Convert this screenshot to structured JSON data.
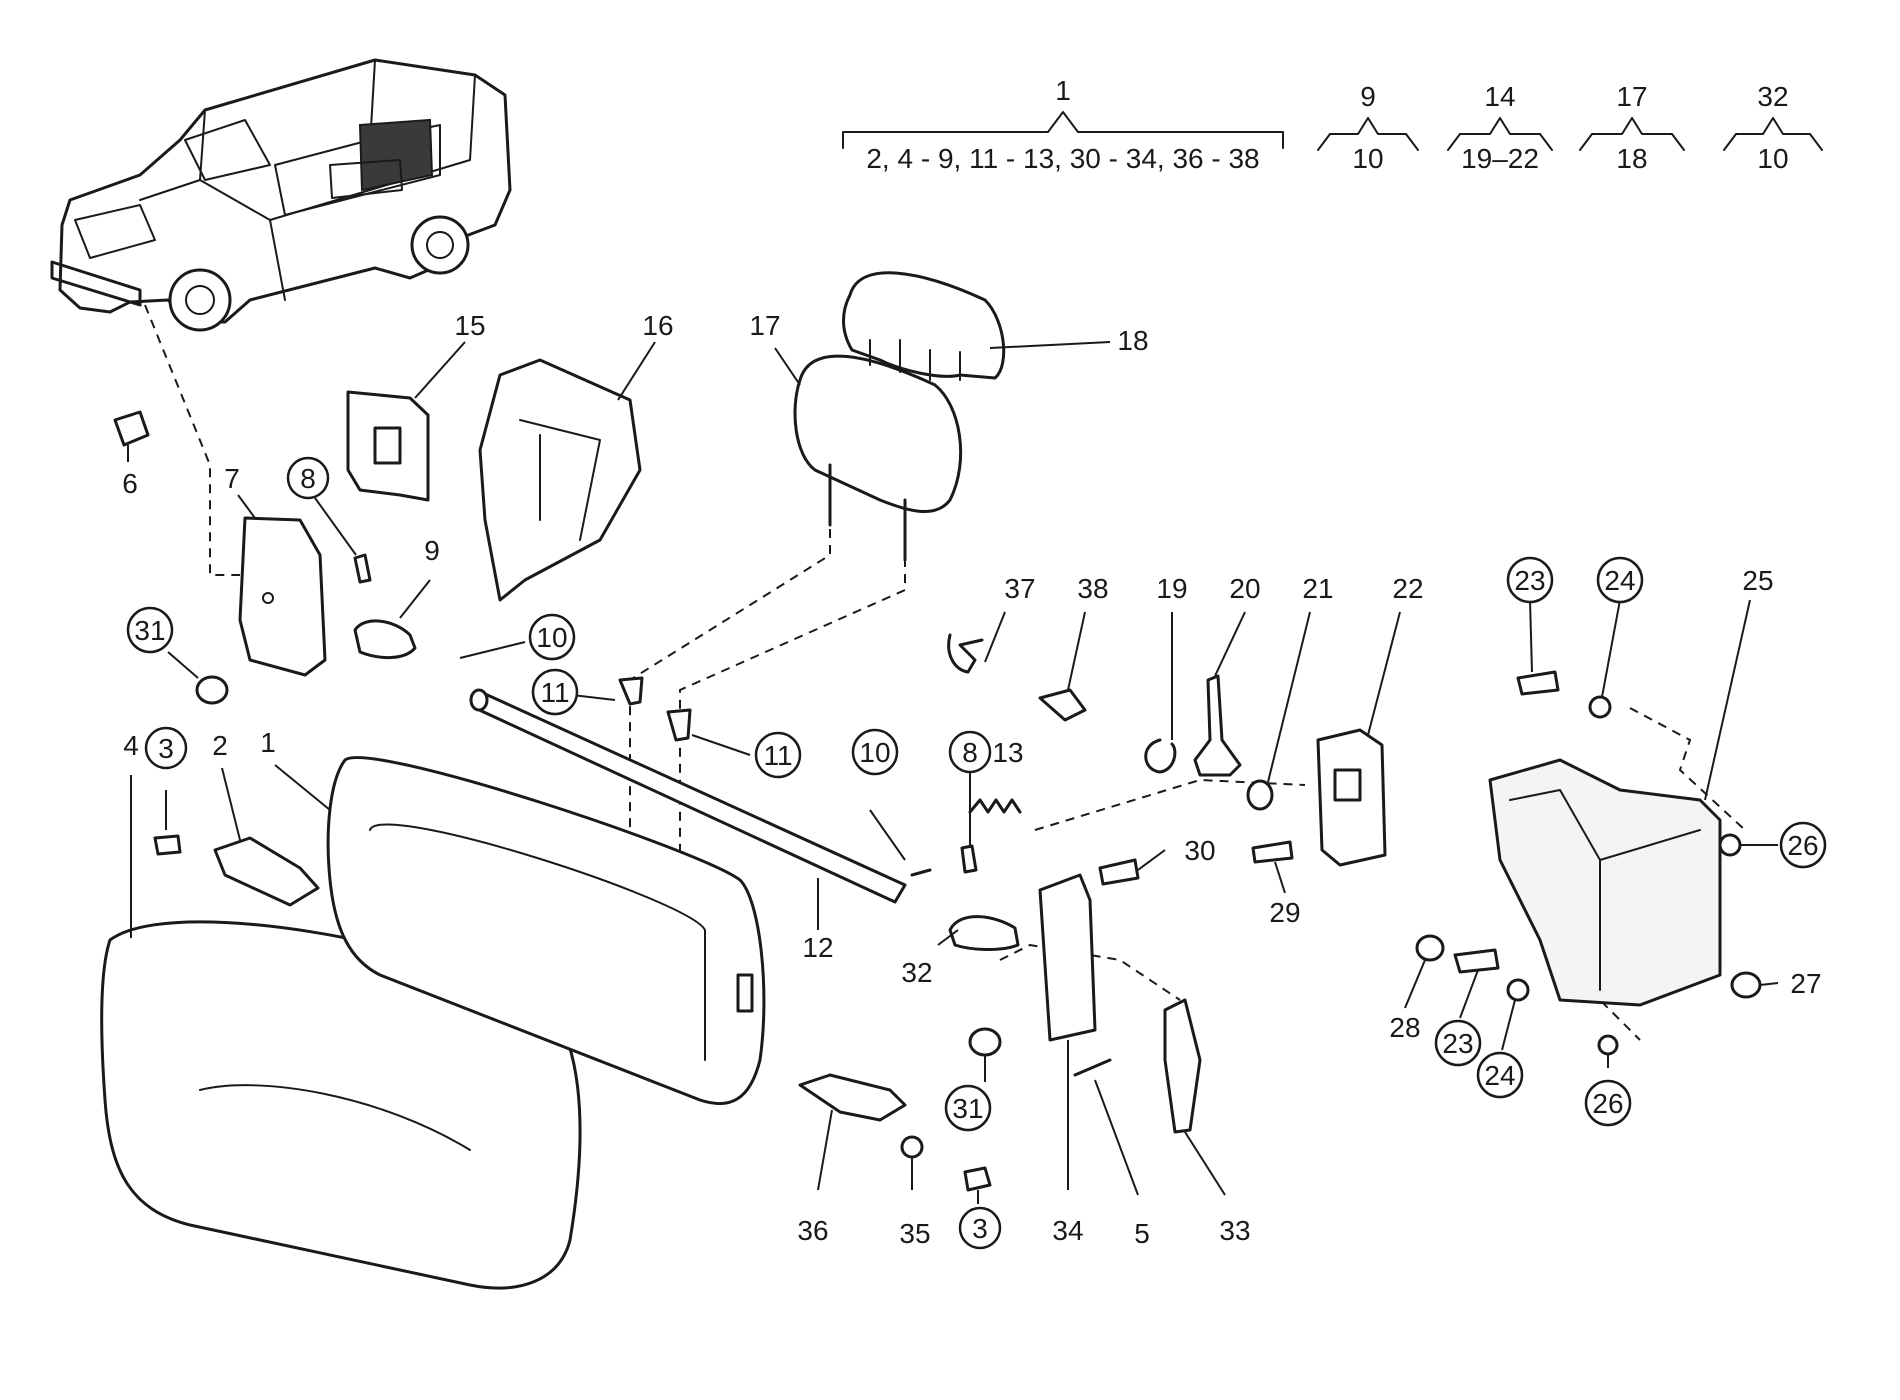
{
  "groups": [
    {
      "parent": "1",
      "children": "2, 4 - 9, 11 - 13, 30 - 34, 36 - 38"
    },
    {
      "parent": "9",
      "children": "10"
    },
    {
      "parent": "14",
      "children": "19–22"
    },
    {
      "parent": "17",
      "children": "18"
    },
    {
      "parent": "32",
      "children": "10"
    }
  ],
  "callouts": [
    {
      "id": "c15",
      "label": "15",
      "circled": false
    },
    {
      "id": "c16",
      "label": "16",
      "circled": false
    },
    {
      "id": "c17",
      "label": "17",
      "circled": false
    },
    {
      "id": "c18",
      "label": "18",
      "circled": false
    },
    {
      "id": "c6",
      "label": "6",
      "circled": false
    },
    {
      "id": "c7",
      "label": "7",
      "circled": false
    },
    {
      "id": "c8a",
      "label": "8",
      "circled": true
    },
    {
      "id": "c9",
      "label": "9",
      "circled": false
    },
    {
      "id": "c31a",
      "label": "31",
      "circled": true
    },
    {
      "id": "c10a",
      "label": "10",
      "circled": true
    },
    {
      "id": "c11a",
      "label": "11",
      "circled": true
    },
    {
      "id": "c11b",
      "label": "11",
      "circled": true
    },
    {
      "id": "c4",
      "label": "4",
      "circled": false
    },
    {
      "id": "c3a",
      "label": "3",
      "circled": true
    },
    {
      "id": "c2",
      "label": "2",
      "circled": false
    },
    {
      "id": "c1",
      "label": "1",
      "circled": false
    },
    {
      "id": "c12",
      "label": "12",
      "circled": false
    },
    {
      "id": "c37",
      "label": "37",
      "circled": false
    },
    {
      "id": "c38",
      "label": "38",
      "circled": false
    },
    {
      "id": "c19",
      "label": "19",
      "circled": false
    },
    {
      "id": "c20",
      "label": "20",
      "circled": false
    },
    {
      "id": "c21",
      "label": "21",
      "circled": false
    },
    {
      "id": "c22",
      "label": "22",
      "circled": false
    },
    {
      "id": "c23a",
      "label": "23",
      "circled": true
    },
    {
      "id": "c24a",
      "label": "24",
      "circled": true
    },
    {
      "id": "c25",
      "label": "25",
      "circled": false
    },
    {
      "id": "c10b",
      "label": "10",
      "circled": true
    },
    {
      "id": "c8b",
      "label": "8",
      "circled": true
    },
    {
      "id": "c13",
      "label": "13",
      "circled": false
    },
    {
      "id": "c30",
      "label": "30",
      "circled": false
    },
    {
      "id": "c29",
      "label": "29",
      "circled": false
    },
    {
      "id": "c32",
      "label": "32",
      "circled": false
    },
    {
      "id": "c26a",
      "label": "26",
      "circled": true
    },
    {
      "id": "c27",
      "label": "27",
      "circled": false
    },
    {
      "id": "c28",
      "label": "28",
      "circled": false
    },
    {
      "id": "c23b",
      "label": "23",
      "circled": true
    },
    {
      "id": "c24b",
      "label": "24",
      "circled": true
    },
    {
      "id": "c26b",
      "label": "26",
      "circled": true
    },
    {
      "id": "c31b",
      "label": "31",
      "circled": true
    },
    {
      "id": "c36",
      "label": "36",
      "circled": false
    },
    {
      "id": "c35",
      "label": "35",
      "circled": true
    },
    {
      "id": "c3b",
      "label": "3",
      "circled": true
    },
    {
      "id": "c34",
      "label": "34",
      "circled": false
    },
    {
      "id": "c5",
      "label": "5",
      "circled": false
    },
    {
      "id": "c33",
      "label": "33",
      "circled": false
    }
  ]
}
